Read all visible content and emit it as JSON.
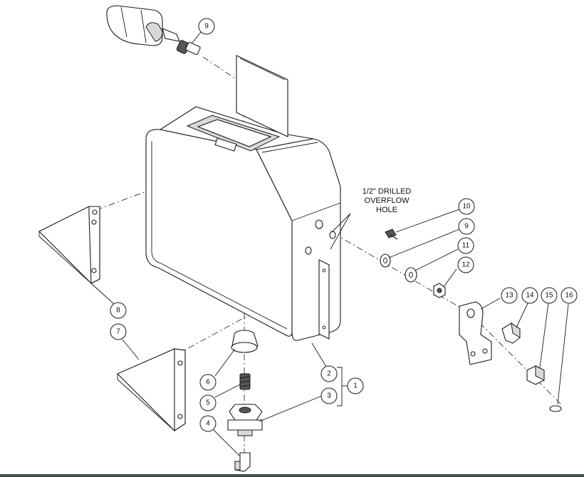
{
  "callouts": [
    {
      "id": "c9a",
      "label": "9"
    },
    {
      "id": "c10",
      "label": "10"
    },
    {
      "id": "c9b",
      "label": "9"
    },
    {
      "id": "c11",
      "label": "11"
    },
    {
      "id": "c12",
      "label": "12"
    },
    {
      "id": "c13",
      "label": "13"
    },
    {
      "id": "c14",
      "label": "14"
    },
    {
      "id": "c15",
      "label": "15"
    },
    {
      "id": "c16",
      "label": "16"
    },
    {
      "id": "c8",
      "label": "8"
    },
    {
      "id": "c7",
      "label": "7"
    },
    {
      "id": "c6",
      "label": "6"
    },
    {
      "id": "c5",
      "label": "5"
    },
    {
      "id": "c4",
      "label": "4"
    },
    {
      "id": "c2",
      "label": "2"
    },
    {
      "id": "c3",
      "label": "3"
    },
    {
      "id": "c1",
      "label": "1"
    }
  ],
  "annotation": {
    "line1": "1/2\" DRILLED",
    "line2": "OVERFLOW",
    "line3": "HOLE"
  },
  "colors": {
    "stroke": "#1a1a1a",
    "bottom_bar": "#3f4f4a"
  }
}
